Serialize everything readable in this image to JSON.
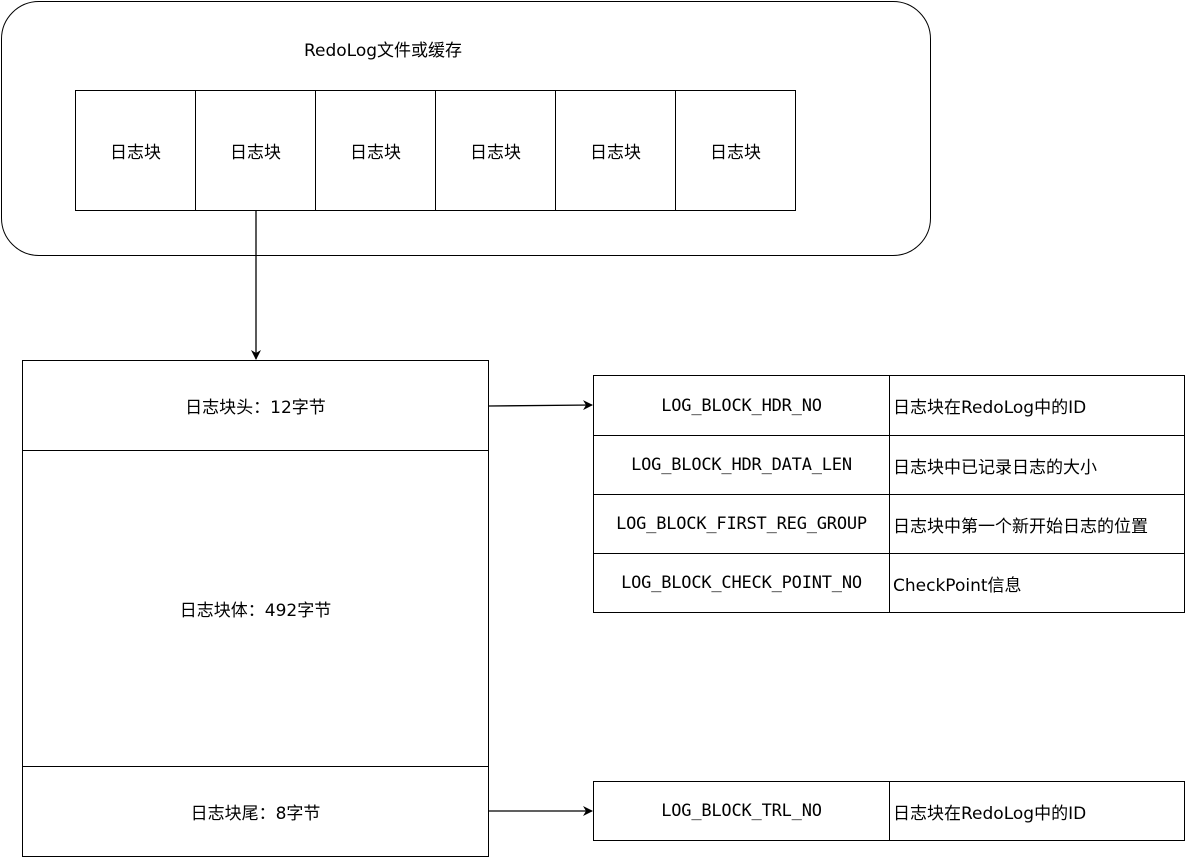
{
  "container": {
    "title": "RedoLog文件或缓存",
    "blocks": [
      "日志块",
      "日志块",
      "日志块",
      "日志块",
      "日志块",
      "日志块"
    ]
  },
  "structure": {
    "header": "日志块头：12字节",
    "body": "日志块体：492字节",
    "trailer": "日志块尾：8字节"
  },
  "header_table": [
    {
      "field": "LOG_BLOCK_HDR_NO",
      "desc": "日志块在RedoLog中的ID"
    },
    {
      "field": "LOG_BLOCK_HDR_DATA_LEN",
      "desc": "日志块中已记录日志的大小"
    },
    {
      "field": "LOG_BLOCK_FIRST_REG_GROUP",
      "desc": "日志块中第一个新开始日志的位置"
    },
    {
      "field": "LOG_BLOCK_CHECK_POINT_NO",
      "desc": "CheckPoint信息"
    }
  ],
  "trailer_table": [
    {
      "field": "LOG_BLOCK_TRL_NO",
      "desc": "日志块在RedoLog中的ID"
    }
  ]
}
